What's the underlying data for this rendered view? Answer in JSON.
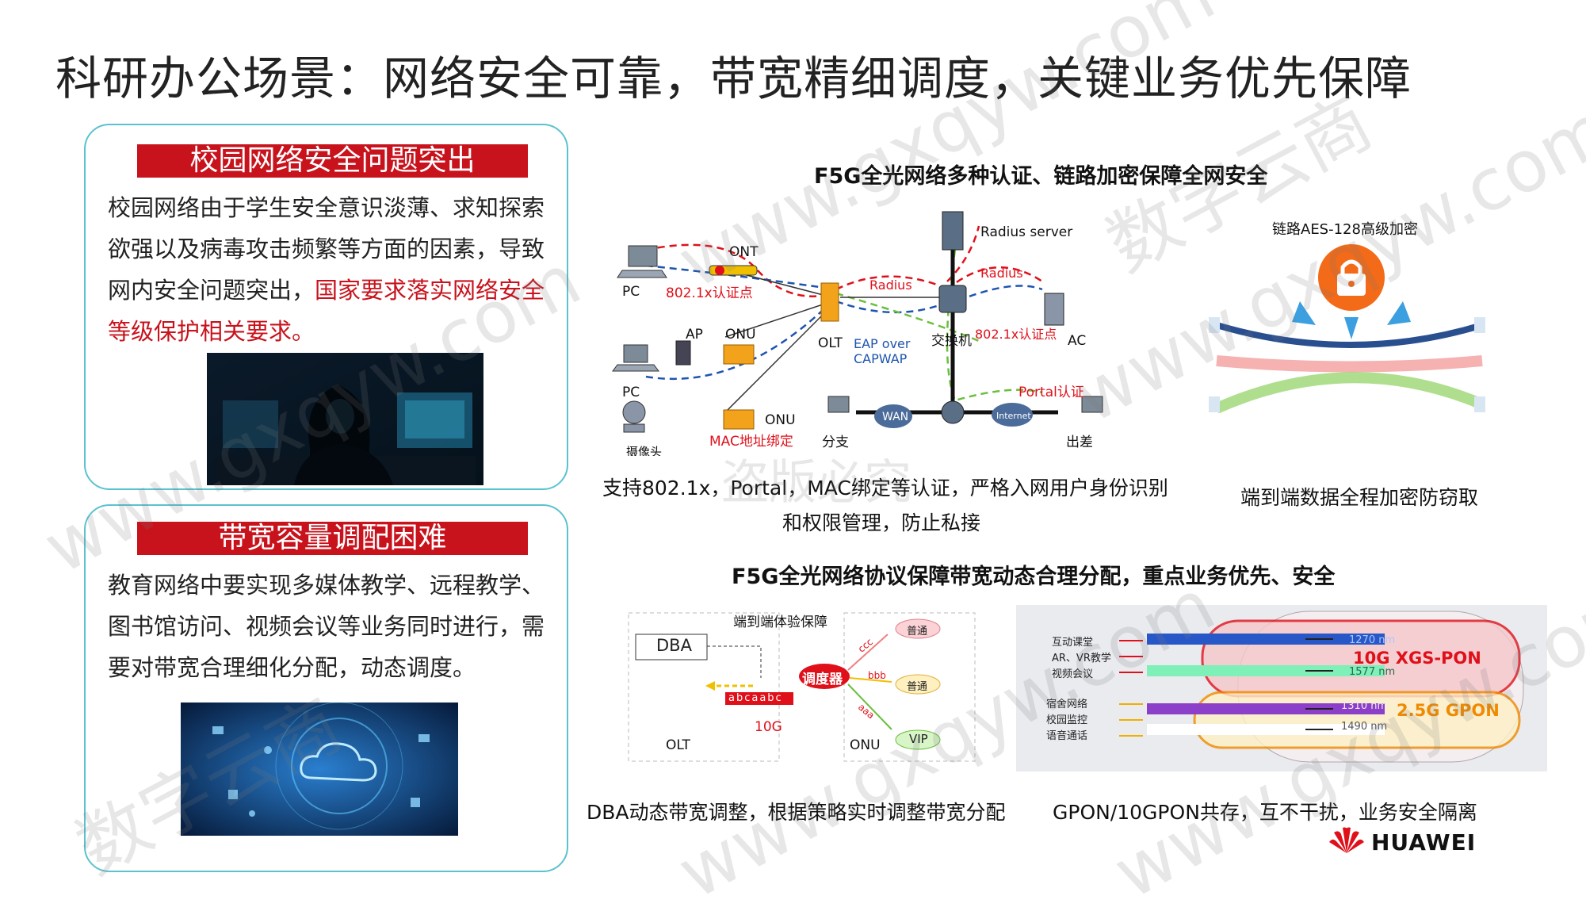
{
  "title": "科研办公场景：网络安全可靠，带宽精细调度，关键业务优先保障",
  "panel1": {
    "heading": "校园网络安全问题突出",
    "text_plain": "校园网络由于学生安全意识淡薄、求知探索欲强以及病毒攻击频繁等方面的因素，导致网内安全问题突出，",
    "text_red": "国家要求落实网络安全等级保护相关要求。"
  },
  "panel2": {
    "heading": "带宽容量调配困难",
    "text": "教育网络中要实现多媒体教学、远程教学、图书馆访问、视频会议等业务同时进行，需要对带宽合理细化分配，动态调度。"
  },
  "section1": {
    "title": "F5G全光网络多种认证、链路加密保障全网安全",
    "diagram": {
      "pc1": "PC",
      "ont": "ONT",
      "auth1": "802.1x认证点",
      "ap": "AP",
      "onu1": "ONU",
      "pc2": "PC",
      "camera": "摄像头",
      "onu2": "ONU",
      "mac": "MAC地址绑定",
      "olt": "OLT",
      "eap": "EAP over",
      "capwap": "CAPWAP",
      "radius1": "Radius",
      "radius_server": "Radius server",
      "radius2": "Radius",
      "switch": "交换机",
      "auth2": "802.1x认证点",
      "ac": "AC",
      "portal": "Portal认证",
      "wan": "WAN",
      "internet": "Internet",
      "branch": "分支",
      "travel": "出差"
    },
    "caption_line1": "支持802.1x，Portal，MAC绑定等认证，严格入网用户身份识别",
    "caption_line2": "和权限管理，防止私接",
    "encrypt_label": "链路AES-128高级加密",
    "encrypt_caption": "端到端数据全程加密防窃取"
  },
  "section2": {
    "title": "F5G全光网络协议保障带宽动态合理分配，重点业务优先、安全",
    "dba": {
      "experience": "端到端体验保障",
      "dba": "DBA",
      "scheduler": "调度器",
      "queue": "abcaabc",
      "speed": "10G",
      "olt": "OLT",
      "onu": "ONU",
      "q1": "ccc",
      "q2": "bbb",
      "q3": "aaa",
      "t1": "普通",
      "t2": "普通",
      "t3": "VIP"
    },
    "dba_caption": "DBA动态带宽调整，根据策略实时调整带宽分配",
    "pon": {
      "services": [
        "互动课堂",
        "AR、VR教学",
        "视频会议",
        "宿舍网络",
        "校园监控",
        "语音通话"
      ],
      "w1": "1270 nm",
      "w2": "1577 nm",
      "w3": "1310 nm",
      "w4": "1490 nm",
      "xgs": "10G XGS-PON",
      "gpon": "2.5G GPON"
    },
    "pon_caption": "GPON/10GPON共存，互不干扰，业务安全隔离"
  },
  "brand": "HUAWEI",
  "watermarks": [
    "www.gxqyw.com",
    "数字云商",
    "盗版必究"
  ]
}
